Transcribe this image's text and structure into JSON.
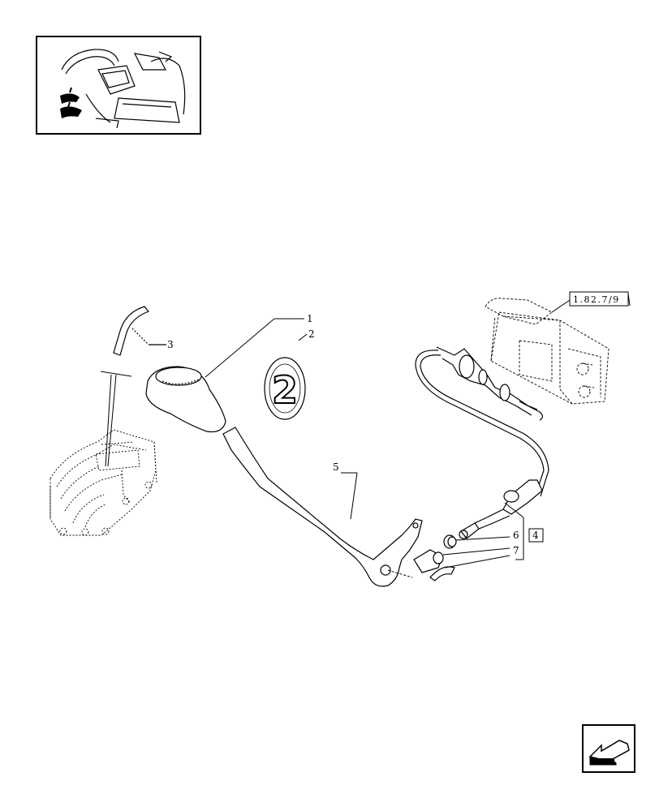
{
  "callouts": {
    "c1": "1",
    "c2": "2",
    "c3": "3",
    "c4": "4",
    "c5": "5",
    "c6": "6",
    "c7": "7"
  },
  "badge": {
    "number": "2"
  },
  "reference": {
    "ref_code": "1.82.7/9"
  },
  "navigation": {
    "icon": "back-arrow-icon"
  }
}
